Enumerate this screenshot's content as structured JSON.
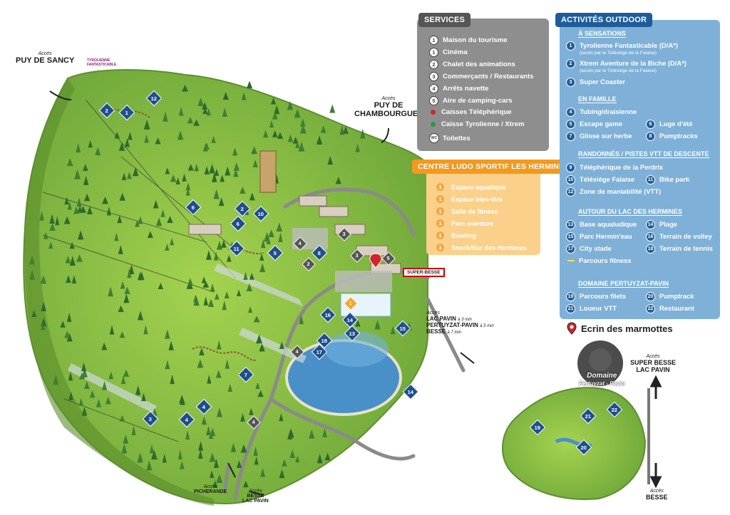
{
  "services": {
    "title": "SERVICES",
    "items": [
      {
        "num": "1",
        "label": "Maison du tourisme"
      },
      {
        "num": "1",
        "label": "Cinéma"
      },
      {
        "num": "2",
        "label": "Chalet des animations"
      },
      {
        "num": "3",
        "label": "Commerçants / Restaurants"
      },
      {
        "num": "4",
        "label": "Arrêts navette"
      },
      {
        "num": "5",
        "label": "Aire de camping-cars"
      },
      {
        "num": "",
        "label": "Caisses Téléphérique",
        "dot_color": "#d4242b"
      },
      {
        "num": "",
        "label": "Caisse Tyrolienne / Xtrem",
        "dot_color": "#2f9a3a"
      },
      {
        "num": "WC",
        "label": "Toilettes"
      }
    ]
  },
  "hermines": {
    "title": "CENTRE LUDO SPORTIF LES HERMINES",
    "items": [
      {
        "num": "1",
        "label": "Espace aquatique"
      },
      {
        "num": "1",
        "label": "Espace bien-être"
      },
      {
        "num": "1",
        "label": "Salle de fitness"
      },
      {
        "num": "1",
        "label": "Parc aventure"
      },
      {
        "num": "1",
        "label": "Bowling"
      },
      {
        "num": "1",
        "label": "Snack/Bar des Hermines"
      }
    ]
  },
  "outdoor": {
    "title": "ACTIVITÉS OUTDOOR",
    "sections": {
      "sensations": "À SENSATIONS",
      "famille": "EN FAMILLE",
      "randos": "RANDONNÉS / PISTES VTT DE DESCENTE",
      "lac": "AUTOUR DU LAC DES HERMINES",
      "domaine": "DOMAINE PERTUYZAT-PAVIN"
    },
    "items": {
      "i1": {
        "num": "1",
        "label": "Tyrolienne Fantasticable (D/A*)",
        "sub": "(accès par le Télésiège de la Falaise)"
      },
      "i2": {
        "num": "2",
        "label": "Xtrem Aventure de la Biche (D/A*)",
        "sub": "(accès par le Télésiège de la Falaise)"
      },
      "i3": {
        "num": "3",
        "label": "Super Coaster"
      },
      "i4": {
        "num": "4",
        "label": "Tubing/draisienne"
      },
      "i5": {
        "num": "5",
        "label": "Escape game"
      },
      "i6": {
        "num": "6",
        "label": "Luge d'été"
      },
      "i7": {
        "num": "7",
        "label": "Glisse sur herbe"
      },
      "i8": {
        "num": "8",
        "label": "Pumptracks"
      },
      "i9": {
        "num": "9",
        "label": "Téléphérique de la Perdrix"
      },
      "i10": {
        "num": "10",
        "label": "Télésiège Falaise"
      },
      "i11": {
        "num": "11",
        "label": "Bike park"
      },
      "i12": {
        "num": "12",
        "label": "Zone de maniabilité (VTT)"
      },
      "i13": {
        "num": "13",
        "label": "Base aqualudique"
      },
      "i14": {
        "num": "14",
        "label": "Plage"
      },
      "i15": {
        "num": "15",
        "label": "Parc Hermin'eau"
      },
      "i16": {
        "num": "16",
        "label": "Terrain de volley"
      },
      "i17": {
        "num": "17",
        "label": "City stade"
      },
      "i18": {
        "num": "18",
        "label": "Terrain de tennis"
      },
      "fit": {
        "label": "Parcours fitness"
      },
      "i19": {
        "num": "19",
        "label": "Parcours filets"
      },
      "i20": {
        "num": "20",
        "label": "Pumptrack"
      },
      "i21": {
        "num": "21",
        "label": "Loueur VTT"
      },
      "i22": {
        "num": "22",
        "label": "Restaurant"
      }
    }
  },
  "ecrin": "Ecrin des marmottes",
  "map_labels": {
    "acces": "Accès",
    "sancy": "PUY DE SANCY",
    "chambourguet_1": "PUY DE",
    "chambourguet_2": "CHAMBOURGUET",
    "super_besse_sign": "SUPER-BESSE",
    "lac_pavin_route": "LAC PAVIN",
    "lac_pavin_time": "à 3 min",
    "pertuyzat_route": "PERTUYZAT-PAVIN",
    "pertuyzat_time": "à 5 min",
    "besse_route": "BESSE",
    "besse_time": "à 7 min",
    "picherande": "PICHERANDE",
    "besse_bottom": "BESSE",
    "lac_pavin_bottom": "LAC PAVIN",
    "inset_super_besse": "SUPER BESSE",
    "inset_lac_pavin": "LAC PAVIN",
    "inset_besse": "BESSE",
    "domaine_1": "Domaine",
    "domaine_2": "Pertuyzat - Pavin",
    "tyrolienne_logo": "TYROLIENNE FANTASTICABLE"
  },
  "colors": {
    "grass": "#7cb342",
    "grass_light": "#9ccc4a",
    "lake": "#4a90c8",
    "road": "#8a8a8a",
    "services_bg": "#8e8e8e",
    "hermines_bg": "#fbd08a",
    "outdoor_bg": "#7fb0d8",
    "marker_blue": "#1f4f8c"
  }
}
